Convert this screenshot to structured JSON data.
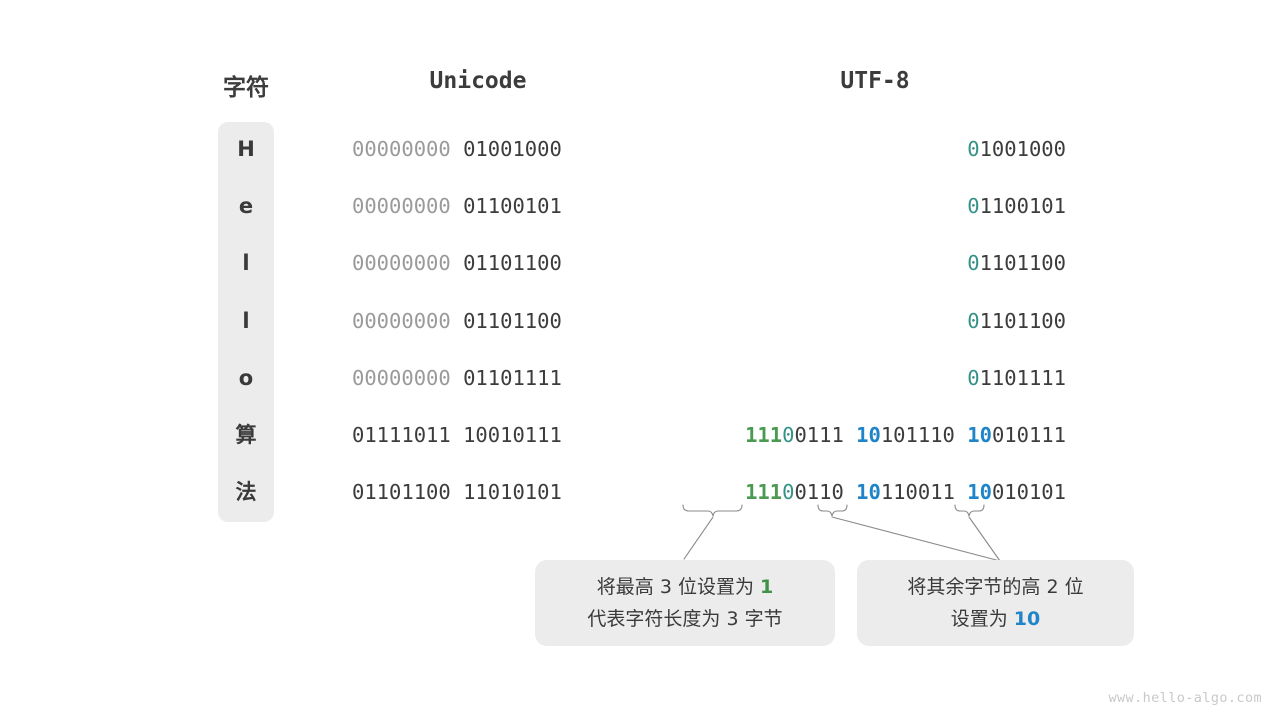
{
  "headers": {
    "char": "字符",
    "unicode": "Unicode",
    "utf8": "UTF-8"
  },
  "rows": [
    {
      "char": "H",
      "unicode": {
        "dim": "00000000",
        "dark": "01001000"
      },
      "utf8_bytes": [
        {
          "marker": "0",
          "marker_color": "teal",
          "rest": "1001000"
        }
      ]
    },
    {
      "char": "e",
      "unicode": {
        "dim": "00000000",
        "dark": "01100101"
      },
      "utf8_bytes": [
        {
          "marker": "0",
          "marker_color": "teal",
          "rest": "1100101"
        }
      ]
    },
    {
      "char": "l",
      "unicode": {
        "dim": "00000000",
        "dark": "01101100"
      },
      "utf8_bytes": [
        {
          "marker": "0",
          "marker_color": "teal",
          "rest": "1101100"
        }
      ]
    },
    {
      "char": "l",
      "unicode": {
        "dim": "00000000",
        "dark": "01101100"
      },
      "utf8_bytes": [
        {
          "marker": "0",
          "marker_color": "teal",
          "rest": "1101100"
        }
      ]
    },
    {
      "char": "o",
      "unicode": {
        "dim": "00000000",
        "dark": "01101111"
      },
      "utf8_bytes": [
        {
          "marker": "0",
          "marker_color": "teal",
          "rest": "1101111"
        }
      ]
    },
    {
      "char": "算",
      "unicode": {
        "dim": "",
        "dark": "01111011 10010111"
      },
      "utf8_bytes": [
        {
          "marker": "111",
          "marker_color": "green",
          "marker2": "0",
          "marker2_color": "teal",
          "rest": "0111"
        },
        {
          "marker": "10",
          "marker_color": "blue",
          "rest": "101110"
        },
        {
          "marker": "10",
          "marker_color": "blue",
          "rest": "010111"
        }
      ]
    },
    {
      "char": "法",
      "unicode": {
        "dim": "",
        "dark": "01101100 11010101"
      },
      "utf8_bytes": [
        {
          "marker": "111",
          "marker_color": "green",
          "marker2": "0",
          "marker2_color": "teal",
          "rest": "0110"
        },
        {
          "marker": "10",
          "marker_color": "blue",
          "rest": "110011"
        },
        {
          "marker": "10",
          "marker_color": "blue",
          "rest": "010101"
        }
      ]
    }
  ],
  "callouts": {
    "left": {
      "line1_a": "将最高 ",
      "line1_num": "3",
      "line1_b": " 位设置为 ",
      "line1_key": "1",
      "line2": "代表字符长度为 3 字节"
    },
    "right": {
      "line1": "将其余字节的高 2 位",
      "line2_a": "设置为 ",
      "line2_key": "10"
    }
  },
  "watermark": "www.hello-algo.com",
  "colors": {
    "green": "#4b9a52",
    "teal": "#349287",
    "blue": "#1f85c8",
    "dim": "#9a9a9a",
    "text": "#3c3c3c",
    "panel": "#ececec"
  }
}
